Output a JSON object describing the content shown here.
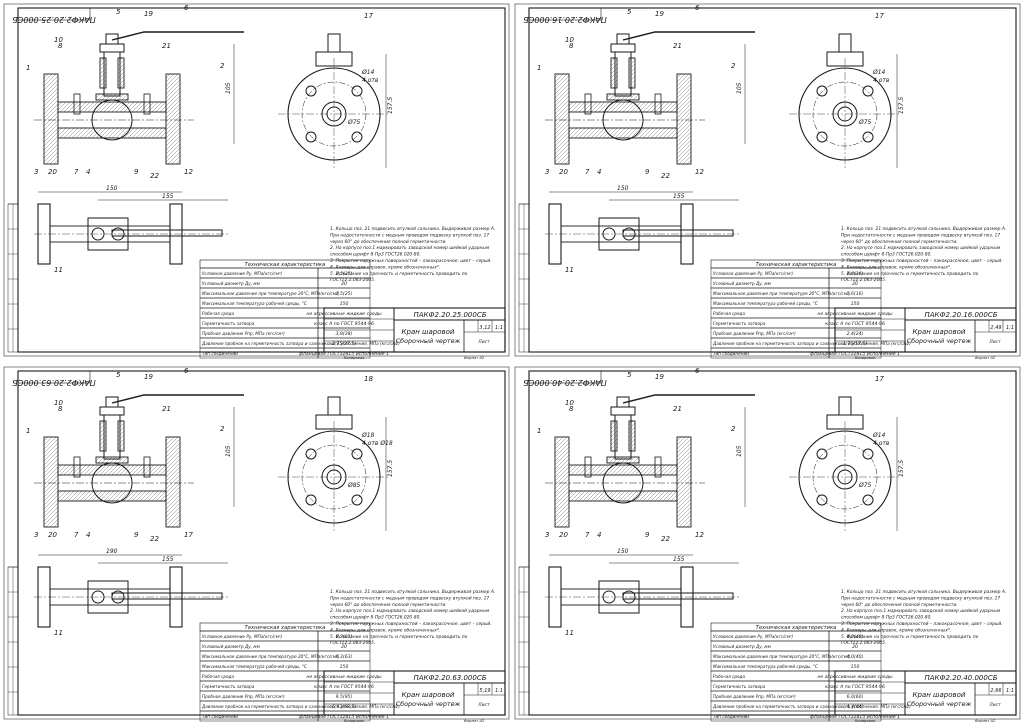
{
  "sheets": [
    {
      "designation": "ПАКФ2.20.25.000СБ",
      "title_line1": "Кран шаровой",
      "title_line2": "Сборочный чертеж",
      "dims": {
        "height": "105",
        "length": "150",
        "handle": "155",
        "center": "157.5",
        "holes": "4 отв",
        "holes_d": "Ø14",
        "bolt_circle": "Ø75"
      },
      "callouts": [
        "1",
        "2",
        "3",
        "4",
        "5",
        "6",
        "7",
        "8",
        "9",
        "10",
        "11",
        "12",
        "17",
        "19",
        "20",
        "21",
        "22"
      ],
      "spec_title": "Техническая характеристика",
      "spec_rows": [
        {
          "name": "Условное давление Ру, МПа(кгс/см²)",
          "value": "2,5(25)"
        },
        {
          "name": "Условный диаметр Ду, мм",
          "value": "20"
        },
        {
          "name": "Максимальное давление при температуре 20°С, МПа(кгс/см²)",
          "value": "2,5(25)"
        },
        {
          "name": "Максимальная температура рабочей среды, °С",
          "value": "150"
        },
        {
          "name": "Рабочая среда",
          "value": "не агрессивные жидкие среды"
        },
        {
          "name": "Герметичность затвора",
          "value": "класс А по ГОСТ 9544-96"
        },
        {
          "name": "Пробное давление Рпр, МПа (кгс/см²)",
          "value": "3,8(38)"
        },
        {
          "name": "Давление пробное на герметичность затвора и сальникового уплотнения, МПа (кгс/см2)",
          "value": "2,75(27,5)"
        },
        {
          "name": "Тип соединений",
          "value": "фланцевое ГОСТ12815 исполнение 1"
        }
      ],
      "notes": [
        "1. Кольцо поз. 21 подвесить втулкой сальника. Выдерживая размер А.",
        "При недостаточности с медным проводом подвеску втулкой поз. 17",
        "через 60° до обеспечения полной герметичности.",
        "2. На корпусе поз.1 маркировать заводской номер шейкой ударным",
        "способом шрифт 8-Пр3 ГОСТ26.020-80.",
        "3. Покрытие наружных поверхностей – лакокрасочное, цвет – серый.",
        "4. Размеры для справок, кроме обозначенных*.",
        "5. Испытание на прочность и герметичность проводить по",
        "ГОСТ12.2.063-2005."
      ],
      "stamp": {
        "mass": "3,12",
        "scale": "1:1",
        "sheet": "Лист",
        "format": "Формат А2",
        "copied": "Копировал"
      }
    },
    {
      "designation": "ПАКФ2.20.16.000СБ",
      "title_line1": "Кран шаровой",
      "title_line2": "Сборочный чертеж",
      "dims": {
        "height": "105",
        "length": "150",
        "handle": "155",
        "center": "157.5",
        "holes": "4 отв",
        "holes_d": "Ø14",
        "bolt_circle": "Ø75"
      },
      "callouts": [
        "1",
        "2",
        "3",
        "4",
        "5",
        "6",
        "7",
        "8",
        "9",
        "10",
        "11",
        "12",
        "17",
        "19",
        "20",
        "21",
        "22"
      ],
      "spec_title": "Техническая характеристика",
      "spec_rows": [
        {
          "name": "Условное давление Ру, МПа(кгс/см²)",
          "value": "1,6(16)"
        },
        {
          "name": "Условный диаметр Ду, мм",
          "value": "20"
        },
        {
          "name": "Максимальное давление при температуре 20°С, МПа(кгс/см²)",
          "value": "1,6(16)"
        },
        {
          "name": "Максимальная температура рабочей среды, °С",
          "value": "150"
        },
        {
          "name": "Рабочая среда",
          "value": "не агрессивные жидкие среды"
        },
        {
          "name": "Герметичность затвора",
          "value": "класс А по ГОСТ 9544-96"
        },
        {
          "name": "Пробное давление Рпр, МПа (кгс/см²)",
          "value": "2,4(24)"
        },
        {
          "name": "Давление пробное на герметичность затвора и сальникового уплотнения, МПа (кгс/см2)",
          "value": "1,76(17,6)"
        },
        {
          "name": "Тип соединений",
          "value": "фланцевое ГОСТ12815 исполнение 1"
        }
      ],
      "notes": [
        "1. Кольцо поз. 21 подвесить втулкой сальника. Выдерживая размер А.",
        "При недостаточности с медным проводом подвеску втулкой поз. 17",
        "через 60° до обеспечения полной герметичности.",
        "2. На корпусе поз.1 маркировать заводской номер шейкой ударным",
        "способом шрифт 8-Пр3 ГОСТ26.020-80.",
        "3. Покрытие наружных поверхностей – лакокрасочное, цвет – серый.",
        "4. Размеры для справок, кроме обозначенных*.",
        "5. Испытание на прочность и герметичность проводить по",
        "ГОСТ12.2.063-2005."
      ],
      "stamp": {
        "mass": "2,49",
        "scale": "1:1",
        "sheet": "Лист",
        "format": "Формат А2",
        "copied": "Копировал"
      }
    },
    {
      "designation": "ПАКФ2.20.63.000СБ",
      "title_line1": "Кран шаровой",
      "title_line2": "Сборочный чертеж",
      "dims": {
        "height": "105",
        "length": "190",
        "handle": "155",
        "center": "157.5",
        "holes": "4 отв Ø18",
        "holes_d": "Ø18",
        "bolt_circle": "Ø85"
      },
      "callouts": [
        "1",
        "2",
        "3",
        "4",
        "5",
        "6",
        "7",
        "8",
        "9",
        "10",
        "11",
        "17",
        "18",
        "19",
        "20",
        "21",
        "22"
      ],
      "spec_title": "Техническая характеристика",
      "spec_rows": [
        {
          "name": "Условное давление Ру, МПа(кгс/см²)",
          "value": "6,3(63)"
        },
        {
          "name": "Условный диаметр Ду, мм",
          "value": "20"
        },
        {
          "name": "Максимальное давление при температуре 20°С, МПа(кгс/см²)",
          "value": "6,3(63)"
        },
        {
          "name": "Максимальная температура рабочей среды, °С",
          "value": "150"
        },
        {
          "name": "Рабочая среда",
          "value": "не агрессивные жидкие среды"
        },
        {
          "name": "Герметичность затвора",
          "value": "класс А по ГОСТ 9544-96"
        },
        {
          "name": "Пробное давление Рпр, МПа (кгс/см²)",
          "value": "9,5(95)"
        },
        {
          "name": "Давление пробное на герметичность затвора и сальникового уплотнения, МПа (кгс/см2)",
          "value": "6,93(69,3)"
        },
        {
          "name": "Тип соединений",
          "value": "фланцевое ГОСТ12815 исполнение 1"
        }
      ],
      "notes": [
        "1. Кольцо поз. 21 подвесить втулкой сальника. Выдерживая размер А.",
        "При недостаточности с медным проводом подвеску втулкой поз. 17",
        "через 60° до обеспечения полной герметичности.",
        "2. На корпусе поз.1 маркировать заводской номер шейкой ударным",
        "способом шрифт 8-Пр3 ГОСТ26.020-80.",
        "3. Покрытие наружных поверхностей – лакокрасочное, цвет – серый.",
        "4. Размеры для справок, кроме обозначенных*.",
        "5. Испытание на прочность и герметичность проводить по",
        "ГОСТ12.2.063-2005."
      ],
      "stamp": {
        "mass": "5,19",
        "scale": "1:1",
        "sheet": "Лист",
        "format": "Формат А2",
        "copied": "Копировал"
      }
    },
    {
      "designation": "ПАКФ2.20.40.000СБ",
      "title_line1": "Кран шаровой",
      "title_line2": "Сборочный чертеж",
      "dims": {
        "height": "105",
        "length": "150",
        "handle": "155",
        "center": "157.5",
        "holes": "4 отв",
        "holes_d": "Ø14",
        "bolt_circle": "Ø75"
      },
      "callouts": [
        "1",
        "2",
        "3",
        "4",
        "5",
        "6",
        "7",
        "8",
        "9",
        "10",
        "11",
        "12",
        "17",
        "19",
        "20",
        "21",
        "22"
      ],
      "spec_title": "Техническая характеристика",
      "spec_rows": [
        {
          "name": "Условное давление Ру, МПа(кгс/см²)",
          "value": "4,0(40)"
        },
        {
          "name": "Условный диаметр Ду, мм",
          "value": "20"
        },
        {
          "name": "Максимальное давление при температуре 20°С, МПа(кгс/см²)",
          "value": "4,0(40)"
        },
        {
          "name": "Максимальная температура рабочей среды, °С",
          "value": "150"
        },
        {
          "name": "Рабочая среда",
          "value": "не агрессивные жидкие среды"
        },
        {
          "name": "Герметичность затвора",
          "value": "класс А по ГОСТ 9544-96"
        },
        {
          "name": "Пробное давление Рпр, МПа (кгс/см²)",
          "value": "6,0(60)"
        },
        {
          "name": "Давление пробное на герметичность затвора и сальникового уплотнения, МПа (кгс/см2)",
          "value": "4,4(44)"
        },
        {
          "name": "Тип соединений",
          "value": "фланцевое ГОСТ12815 исполнение 1"
        }
      ],
      "notes": [
        "1. Кольцо поз. 21 подвесить втулкой сальника. Выдерживая размер А.",
        "При недостаточности с медным проводом подвеску втулкой поз. 17",
        "через 60° до обеспечения полной герметичности.",
        "2. На корпусе поз.1 маркировать заводской номер шейкой ударным",
        "способом шрифт 8-Пр3 ГОСТ26.020-80.",
        "3. Покрытие наружных поверхностей – лакокрасочное, цвет – серый.",
        "4. Размеры для справок, кроме обозначенных*.",
        "5. Испытание на прочность и герметичность проводить по",
        "ГОСТ12.2.063-2005."
      ],
      "stamp": {
        "mass": "2,66",
        "scale": "1:1",
        "sheet": "Лист",
        "format": "Формат А2",
        "copied": "Копировал"
      }
    }
  ],
  "colors": {
    "line": "#1a1a1a",
    "blue": "#1f6fd1",
    "hatch": "#444444",
    "paper": "#ffffff"
  }
}
